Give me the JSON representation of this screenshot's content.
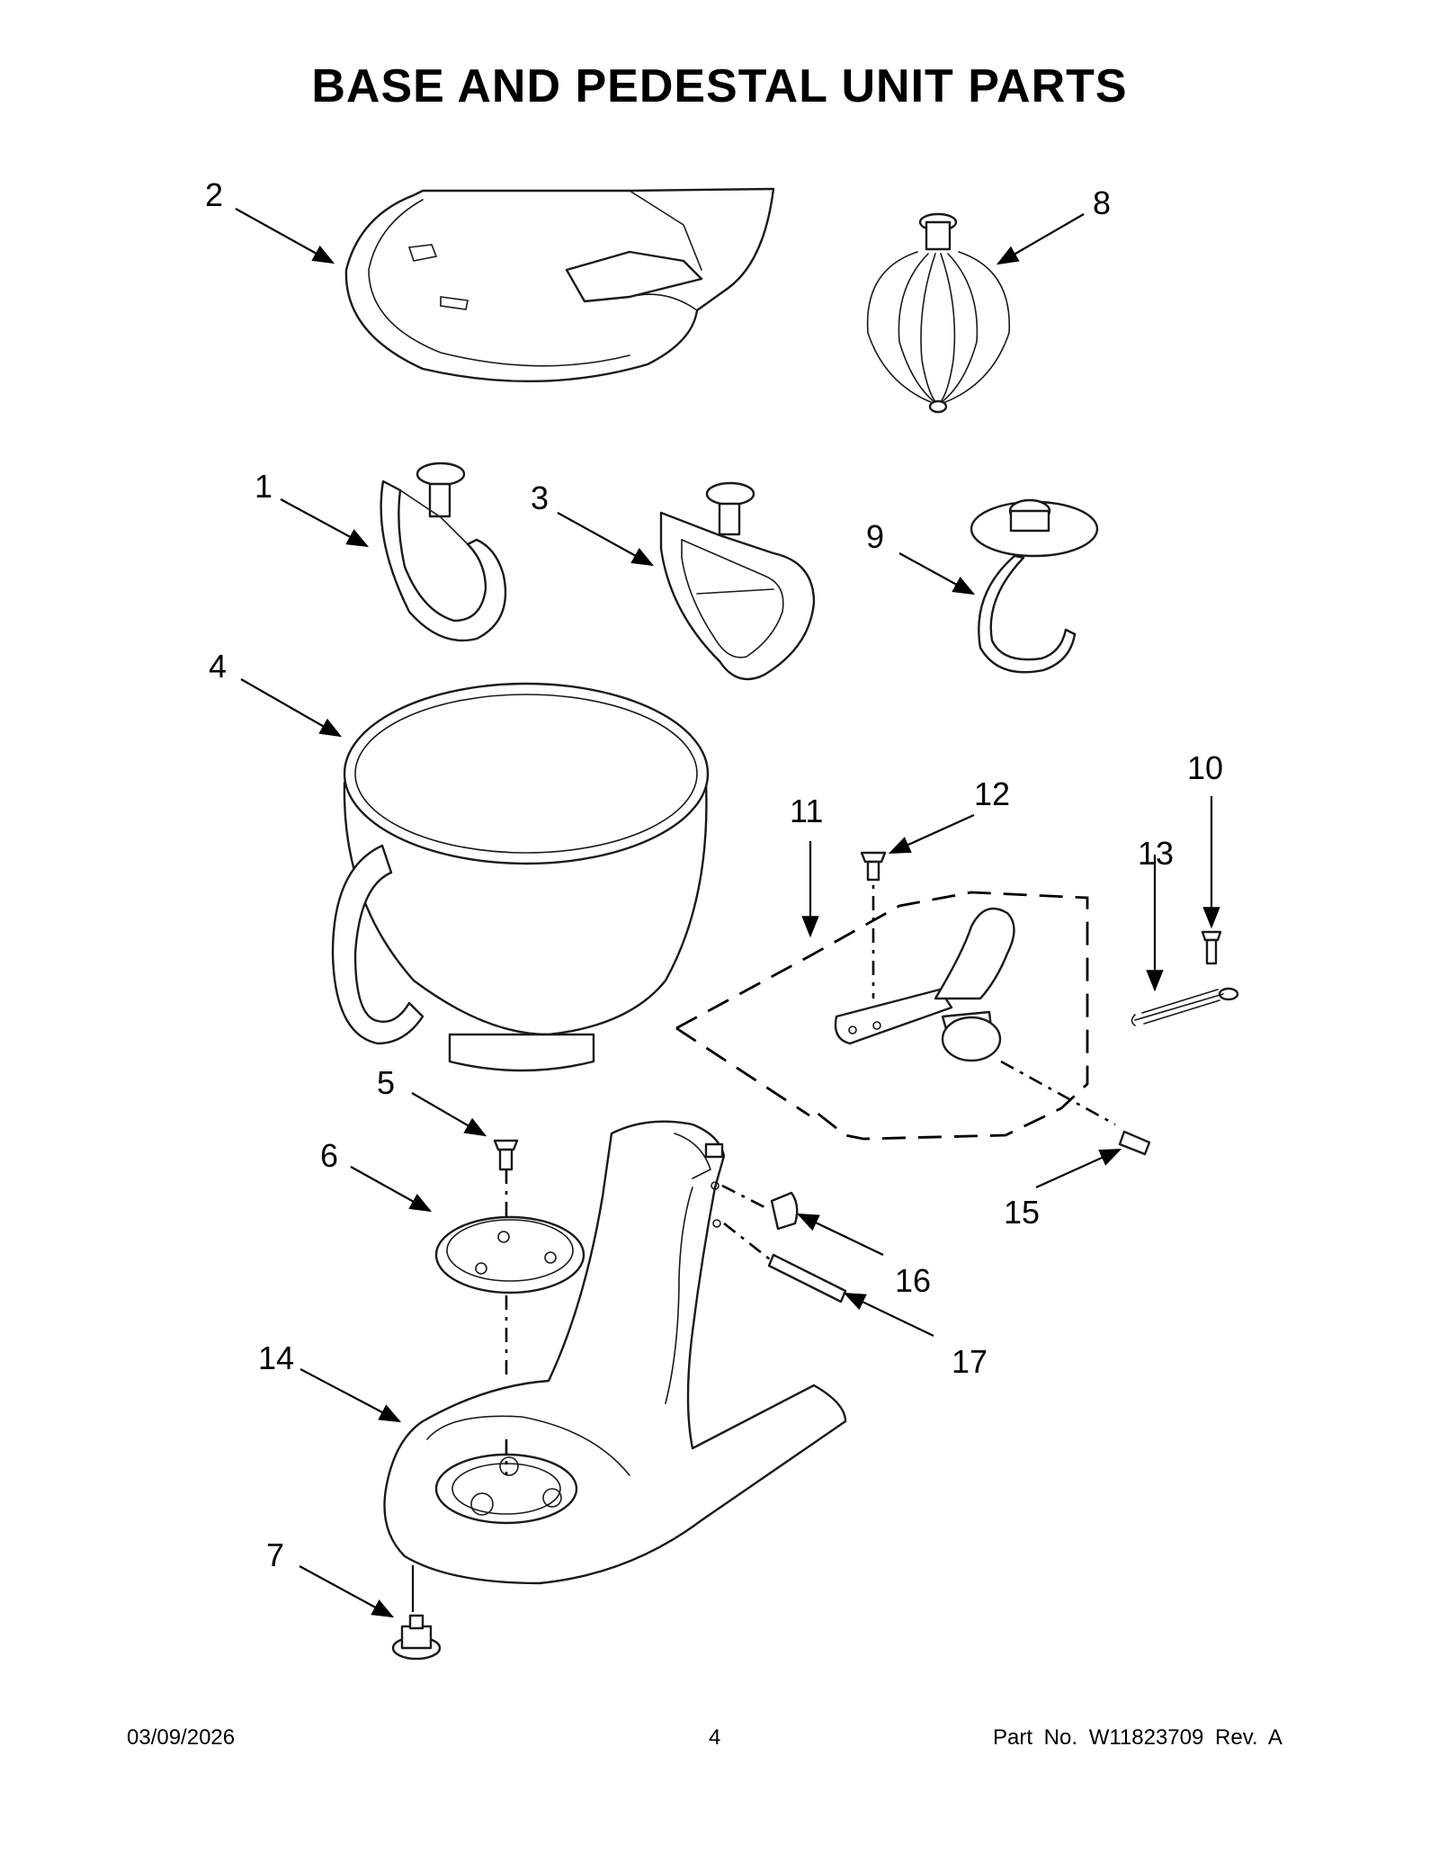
{
  "header": {
    "title": "BASE AND PEDESTAL UNIT PARTS"
  },
  "footer": {
    "date": "03/09/2026",
    "page": "4",
    "part_no": "Part No.  W11823709  Rev.  A"
  },
  "callouts": {
    "c1": "1",
    "c2": "2",
    "c3": "3",
    "c4": "4",
    "c5": "5",
    "c6": "6",
    "c7": "7",
    "c8": "8",
    "c9": "9",
    "c10": "10",
    "c11": "11",
    "c12": "12",
    "c13": "13",
    "c14": "14",
    "c15": "15",
    "c16": "16",
    "c17": "17"
  },
  "colors": {
    "line": "#1a1a1a",
    "fill": "#ffffff"
  }
}
